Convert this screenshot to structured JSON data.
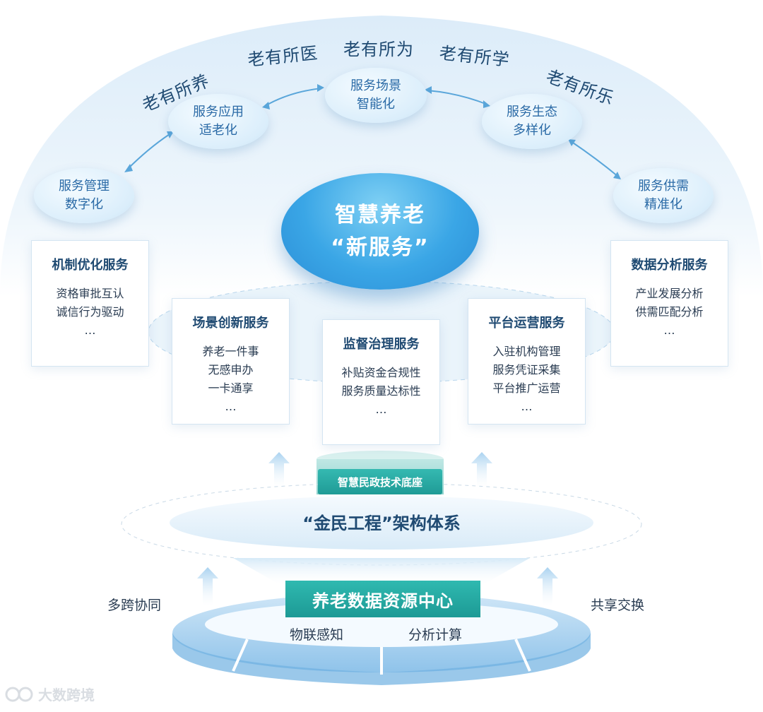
{
  "diagram": {
    "arc_phrases": [
      "老有所养",
      "老有所医",
      "老有所为",
      "老有所学",
      "老有所乐"
    ],
    "nodes": {
      "service_mgmt": [
        "服务管理",
        "数字化"
      ],
      "app_adapt": [
        "服务应用",
        "适老化"
      ],
      "scene_smart": [
        "服务场景",
        "智能化"
      ],
      "ecosystem": [
        "服务生态",
        "多样化"
      ],
      "supply_demand": [
        "服务供需",
        "精准化"
      ]
    },
    "core": [
      "智慧养老",
      "“新服务”"
    ],
    "cards": {
      "mechanism": {
        "title": "机制优化服务",
        "lines": [
          "资格审批互认",
          "诚信行为驱动",
          "…"
        ]
      },
      "scene": {
        "title": "场景创新服务",
        "lines": [
          "养老一件事",
          "无感申办",
          "一卡通享",
          "…"
        ]
      },
      "supervision": {
        "title": "监督治理服务",
        "lines": [
          "补贴资金合规性",
          "服务质量达标性",
          "…"
        ]
      },
      "platform": {
        "title": "平台运营服务",
        "lines": [
          "入驻机构管理",
          "服务凭证采集",
          "平台推广运营",
          "…"
        ]
      },
      "analysis": {
        "title": "数据分析服务",
        "lines": [
          "产业发展分析",
          "供需匹配分析",
          "…"
        ]
      }
    },
    "base": "智慧民政技术底座",
    "framework": "“金民工程”架构体系",
    "data_center": "养老数据资源中心",
    "left_text": "多跨协同",
    "right_text": "共享交换",
    "ring_left": "物联感知",
    "ring_right": "分析计算"
  },
  "watermark": "大数跨境",
  "colors": {
    "primary_blue": "#3aa6e6",
    "teal": "#1f9b96",
    "dark_text": "#1f4a72"
  }
}
